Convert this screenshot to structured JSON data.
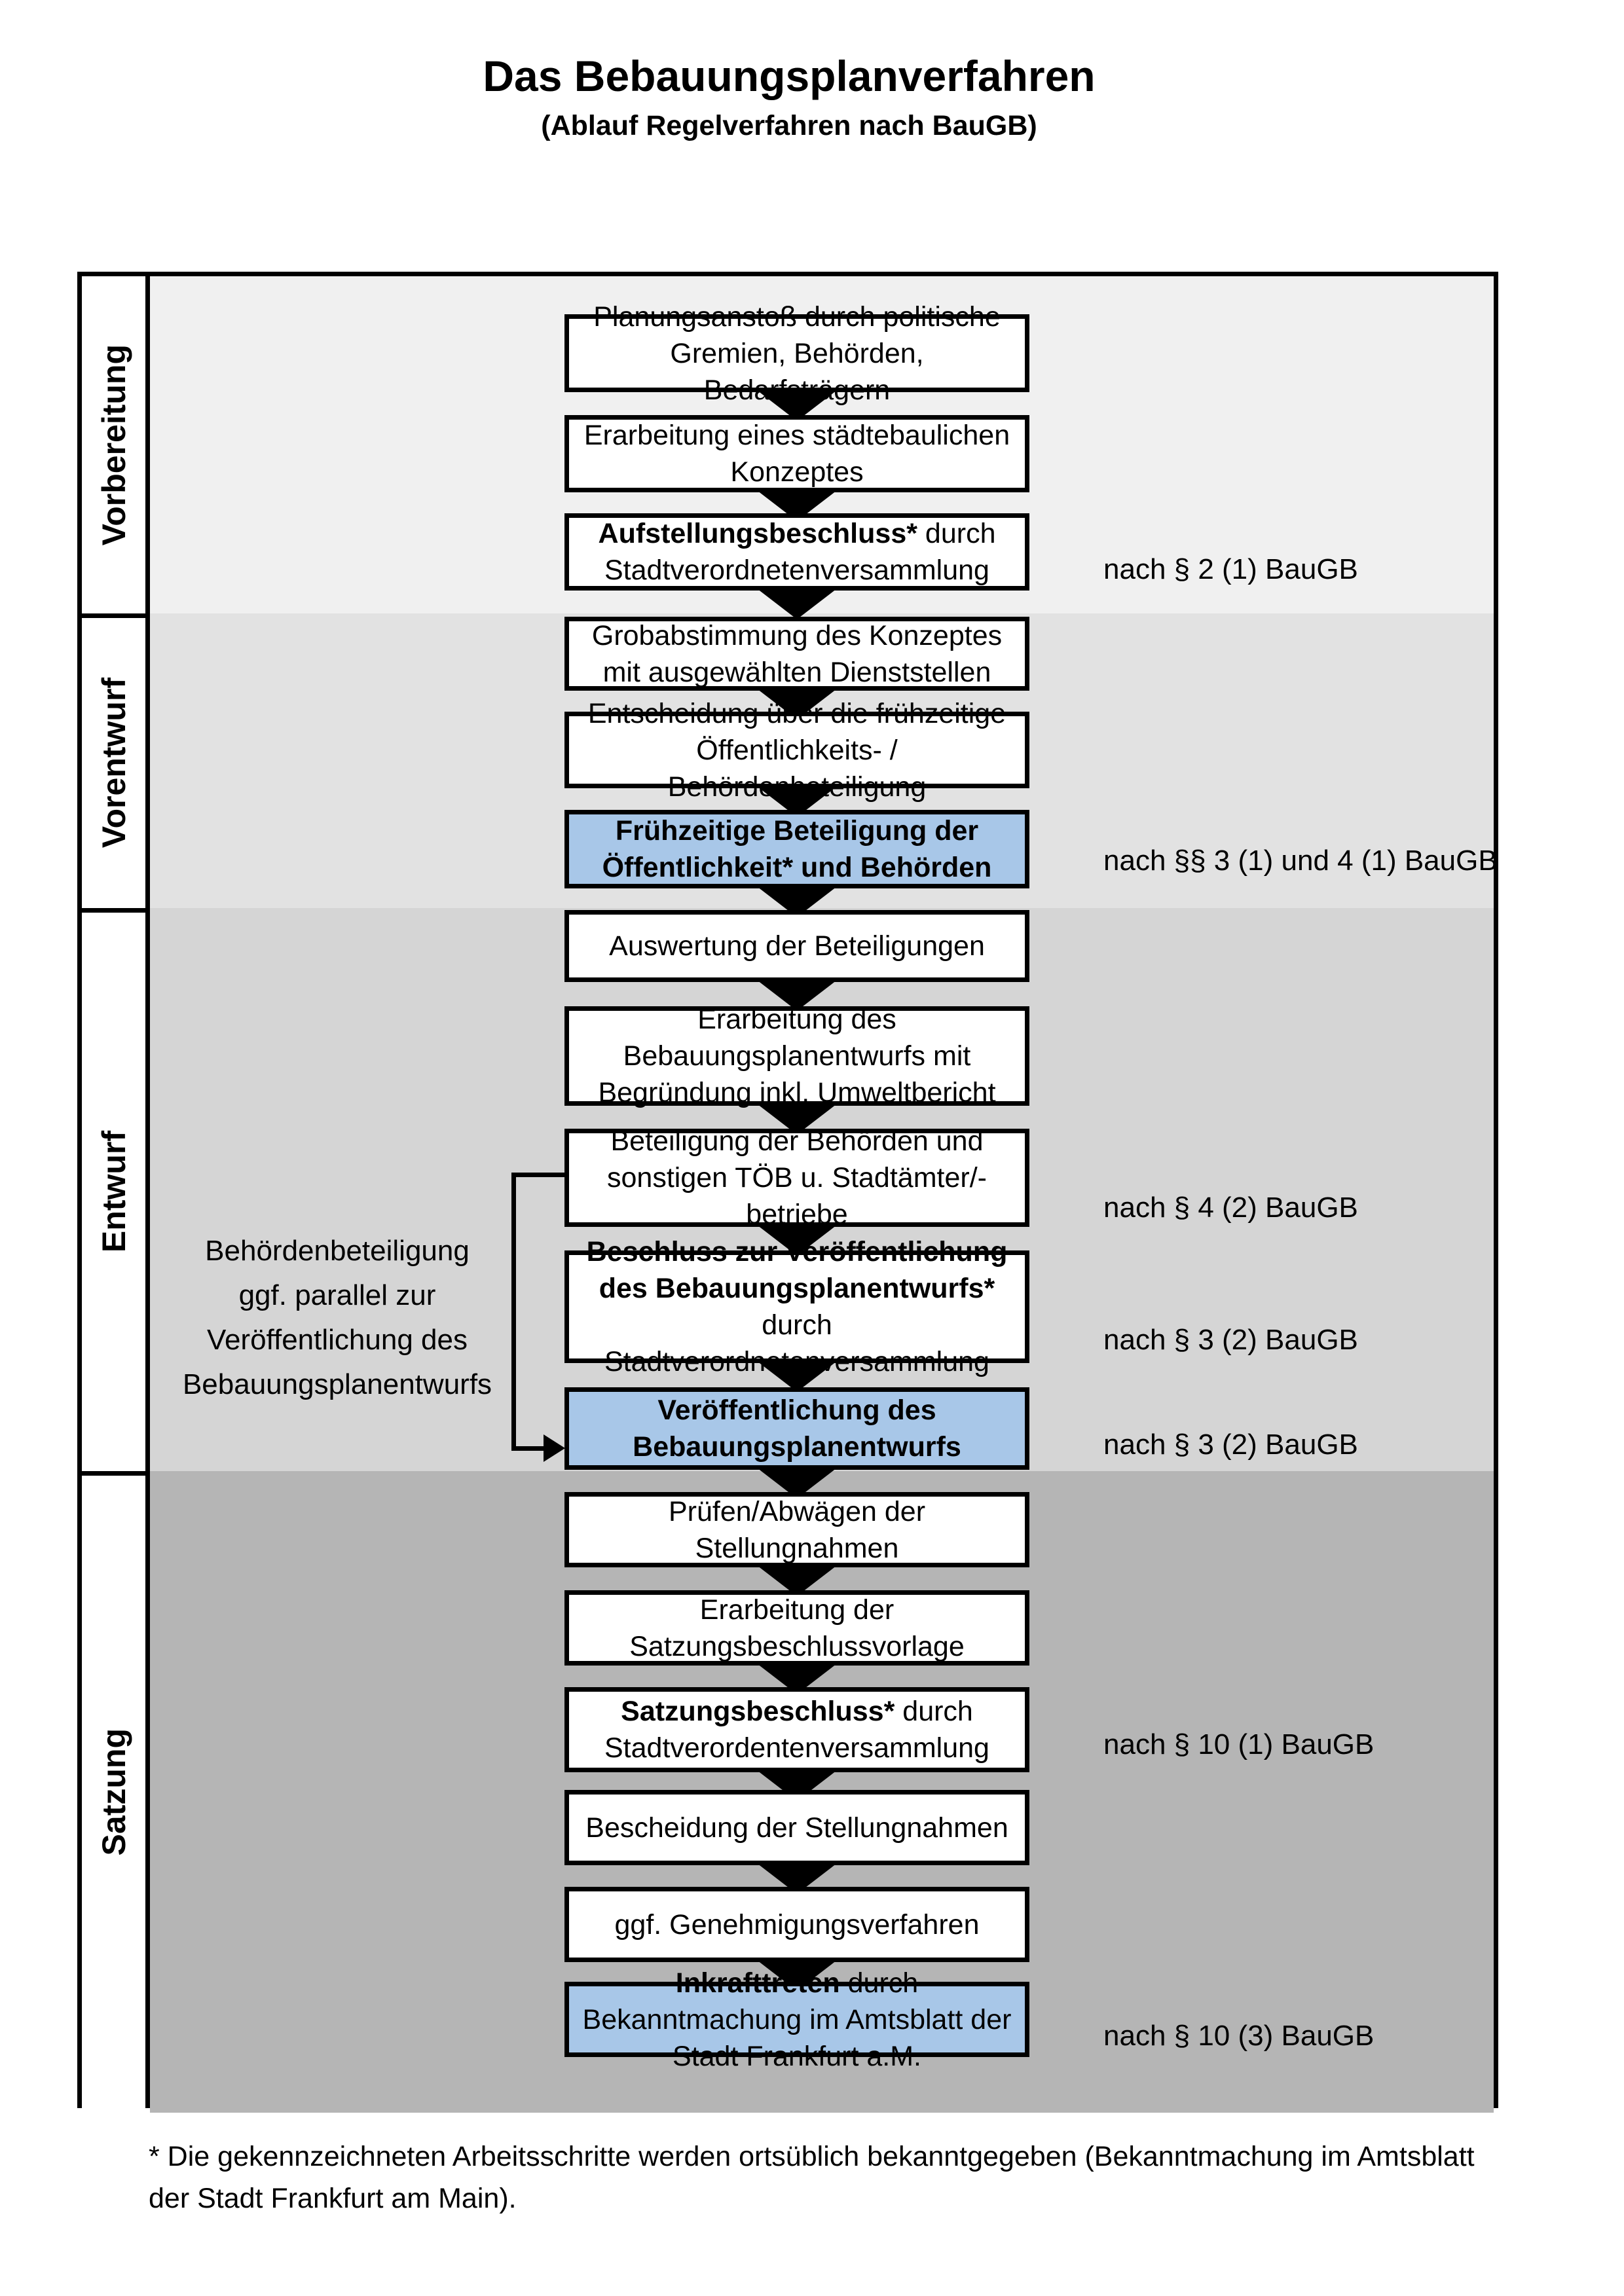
{
  "title": "Das Bebauungsplanverfahren",
  "subtitle": "(Ablauf Regelverfahren nach BauGB)",
  "colors": {
    "highlight_blue": "#a8c7e8",
    "phase1_bg": "#f0f0f0",
    "phase2_bg": "#e2e2e2",
    "phase3_bg": "#d5d5d5",
    "phase4_bg": "#b5b5b5",
    "line": "#000000"
  },
  "phases": [
    {
      "label": "Vorbereitung"
    },
    {
      "label": "Vorentwurf"
    },
    {
      "label": "Entwurf"
    },
    {
      "label": "Satzung"
    }
  ],
  "boxes": {
    "b1": {
      "text": "Planungsanstoß durch politische Gremien, Behörden, Bedarfsträgern"
    },
    "b2": {
      "text": "Erarbeitung eines städtebaulichen Konzeptes"
    },
    "b3": {
      "bold": "Aufstellungsbeschluss*",
      "rest": " durch Stadtverordnetenversammlung"
    },
    "b4": {
      "text": "Grobabstimmung des Konzeptes mit ausgewählten Dienststellen"
    },
    "b5": {
      "text": "Entscheidung über die frühzeitige Öffentlichkeits- / Behördenbeteiligung"
    },
    "b6": {
      "text": "Frühzeitige Beteiligung der Öffentlichkeit* und Behörden"
    },
    "b7": {
      "text": "Auswertung der Beteiligungen"
    },
    "b8": {
      "text": "Erarbeitung des Bebauungsplanentwurfs mit Begründung inkl. Umweltbericht"
    },
    "b9": {
      "text": "Beteiligung der Behörden und sonstigen TÖB u. Stadtämter/-betriebe"
    },
    "b10": {
      "bold": "Beschluss zur Veröffentlichung des Bebauungsplanentwurfs*",
      "rest": " durch Stadtverordnetenversammlung"
    },
    "b11": {
      "text": "Veröffentlichung des Bebauungsplanentwurfs"
    },
    "b12": {
      "text": "Prüfen/Abwägen der Stellungnahmen"
    },
    "b13": {
      "text": "Erarbeitung der Satzungsbeschlussvorlage"
    },
    "b14": {
      "bold": "Satzungsbeschluss*",
      "rest": " durch Stadtverordentenversammlung"
    },
    "b15": {
      "text": "Bescheidung der Stellungnahmen"
    },
    "b16": {
      "text": "ggf. Genehmigungsverfahren"
    },
    "b17": {
      "bold": "Inkrafttreten",
      "rest": " durch Bekanntmachung im Amtsblatt der Stadt Frankfurt a.M."
    }
  },
  "refs": {
    "r1": "nach § 2 (1) BauGB",
    "r2": "nach §§ 3 (1) und 4 (1) BauGB",
    "r3": "nach § 4 (2) BauGB",
    "r4": "nach § 3 (2) BauGB",
    "r5": "nach § 3 (2) BauGB",
    "r6": "nach § 10 (1) BauGB",
    "r7": "nach § 10 (3) BauGB"
  },
  "side_note": [
    "Behördenbeteiligung",
    "ggf. parallel zur",
    "Veröffentlichung des",
    "Bebauungsplanentwurfs"
  ],
  "footnote": "* Die gekennzeichneten Arbeitsschritte werden ortsüblich bekanntgegeben (Bekanntmachung im Amtsblatt  der Stadt Frankfurt am Main)."
}
